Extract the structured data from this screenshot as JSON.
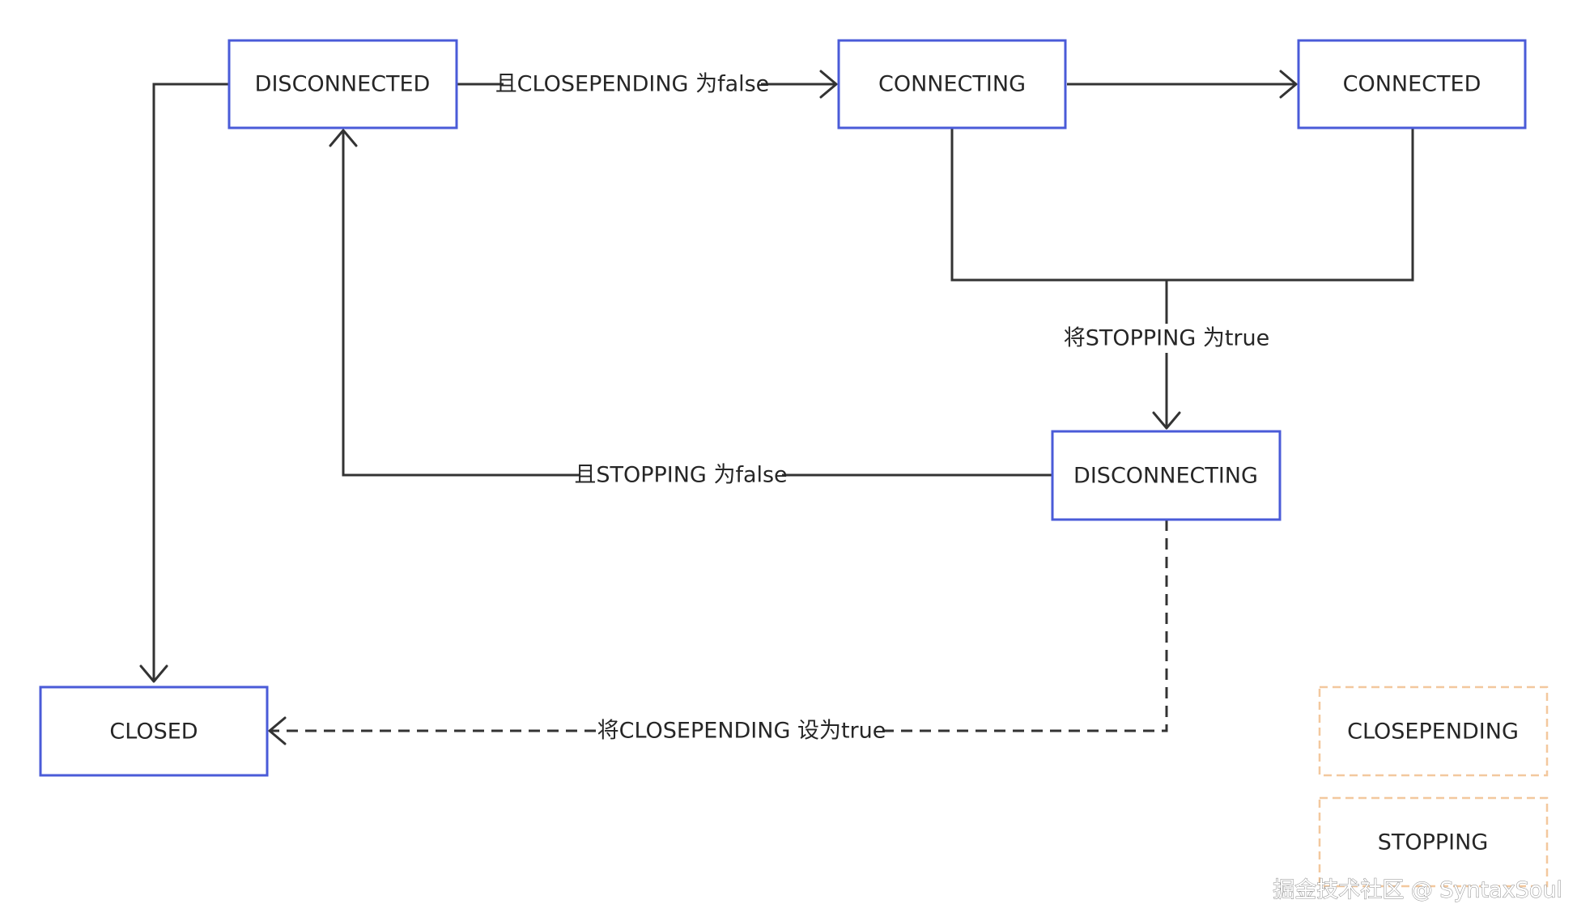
{
  "diagram": {
    "nodes": {
      "disconnected": "DISCONNECTED",
      "connecting": "CONNECTING",
      "connected": "CONNECTED",
      "disconnecting": "DISCONNECTING",
      "closed": "CLOSED"
    },
    "edges": {
      "disconnected_to_connecting": "且CLOSEPENDING 为false",
      "to_disconnecting": "将STOPPING 为true",
      "disconnecting_to_disconnected": "且STOPPING 为false",
      "disconnecting_to_closed": "将CLOSEPENDING 设为true"
    },
    "legend": {
      "closepending": "CLOSEPENDING",
      "stopping": "STOPPING"
    },
    "colors": {
      "node_border": "#4a5bd8",
      "legend_border": "#f3c89e",
      "edge": "#333333"
    }
  },
  "watermark": "掘金技术社区 @ SyntaxSoul"
}
